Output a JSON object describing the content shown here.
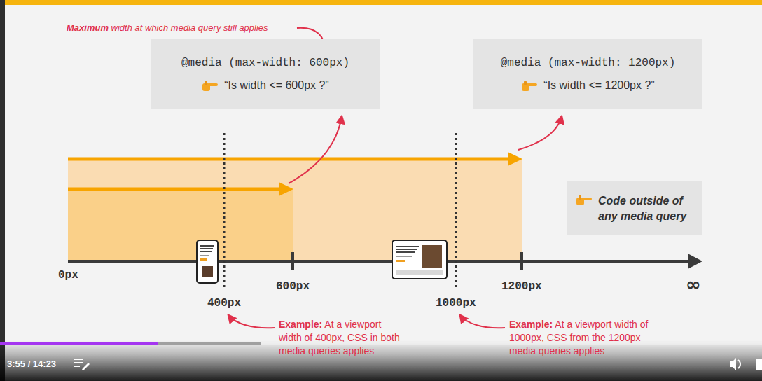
{
  "diagram": {
    "nodes": [
      {
        "text": [
          "@media (max-width: 600px)",
          "“Is width <= 600px ?”"
        ]
      },
      {
        "text": [
          "@media (max-width: 1200px)",
          "“Is width <= 1200px ?”"
        ]
      },
      {
        "text": [
          "Code outside of any media query"
        ]
      }
    ],
    "labels": [
      "Maximum width at which media query still applies",
      "0px",
      "600px",
      "1200px",
      "∞",
      "400px",
      "1000px",
      "Example: At a viewport width of 400px, CSS in both media queries applies",
      "Example: At a viewport width of 1000px, CSS from the 1200px media queries applies",
      "3:55 / 14:23"
    ]
  }
}
